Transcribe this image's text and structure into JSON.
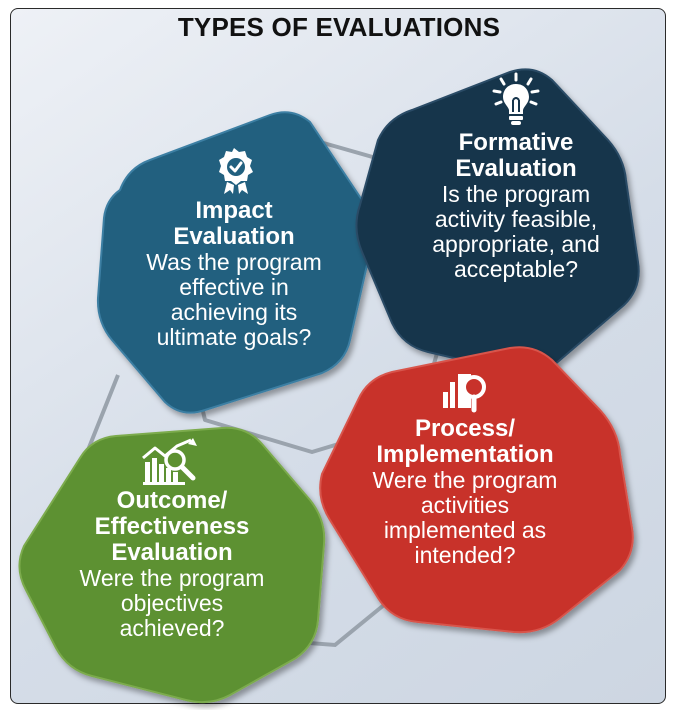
{
  "title": "TYPES OF EVALUATIONS",
  "colors": {
    "impact": "#21607f",
    "formative": "#16344b",
    "process": "#c8322b",
    "outcome": "#5d9130",
    "connector": "#9aa3ad"
  },
  "evaluations": [
    {
      "name_lines": [
        "Impact",
        "Evaluation"
      ],
      "desc_lines": [
        "Was the program",
        "effective in",
        "achieving its",
        "ultimate goals?"
      ],
      "icon": "award-badge-icon"
    },
    {
      "name_lines": [
        "Formative",
        "Evaluation"
      ],
      "desc_lines": [
        "Is the program",
        "activity feasible,",
        "appropriate, and",
        "acceptable?"
      ],
      "icon": "lightbulb-icon"
    },
    {
      "name_lines": [
        "Process/",
        "Implementation"
      ],
      "desc_lines": [
        "Were the program",
        "activities",
        "implemented as",
        "intended?"
      ],
      "icon": "magnifier-report-icon"
    },
    {
      "name_lines": [
        "Outcome/",
        "Effectiveness",
        "Evaluation"
      ],
      "desc_lines": [
        "Were the program",
        "objectives",
        "achieved?"
      ],
      "icon": "growth-chart-icon"
    }
  ]
}
